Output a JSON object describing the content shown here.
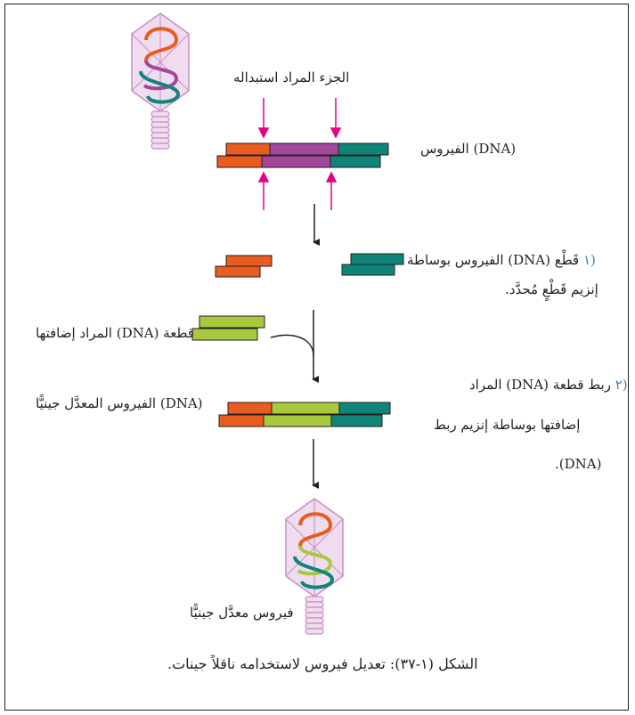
{
  "labels": {
    "replace_part": "الجزء المراد استبداله",
    "virus_dna": "(DNA) الفيروس",
    "step1_num": "(١",
    "step1_line1": "قَطْع (DNA) الفيروس بوساطة",
    "step1_line2": "إنزيم قَطْعٍ مُحدَّد.",
    "insert_dna": "قطعة (DNA) المراد إضافتها",
    "step2_num": "(٢",
    "step2_line1": "ربط قطعة (DNA) المراد",
    "step2_line2": "إضافتها بوساطة إنزيم ربط",
    "step2_line3": "(DNA).",
    "modified_dna": "(DNA) الفيروس المعدَّل جينيًّا",
    "modified_virus": "فيروس معدَّل جينيًّا",
    "caption": "الشكل (١-٣٧): تعديل فيروس لاستخدامه ناقلاً جينات."
  },
  "colors": {
    "orange": "#ea5b1f",
    "purple": "#a2479b",
    "teal": "#0f8579",
    "green": "#a7c93b",
    "pink_arrow": "#e4007f",
    "step_number": "#3d7fc1",
    "capsid_fill": "#f0dcef",
    "capsid_stroke": "#c98ec4"
  },
  "icons": [
    "bacteriophage-icon",
    "dna-strand-icon",
    "arrow-down-icon",
    "curved-arrow-icon"
  ]
}
